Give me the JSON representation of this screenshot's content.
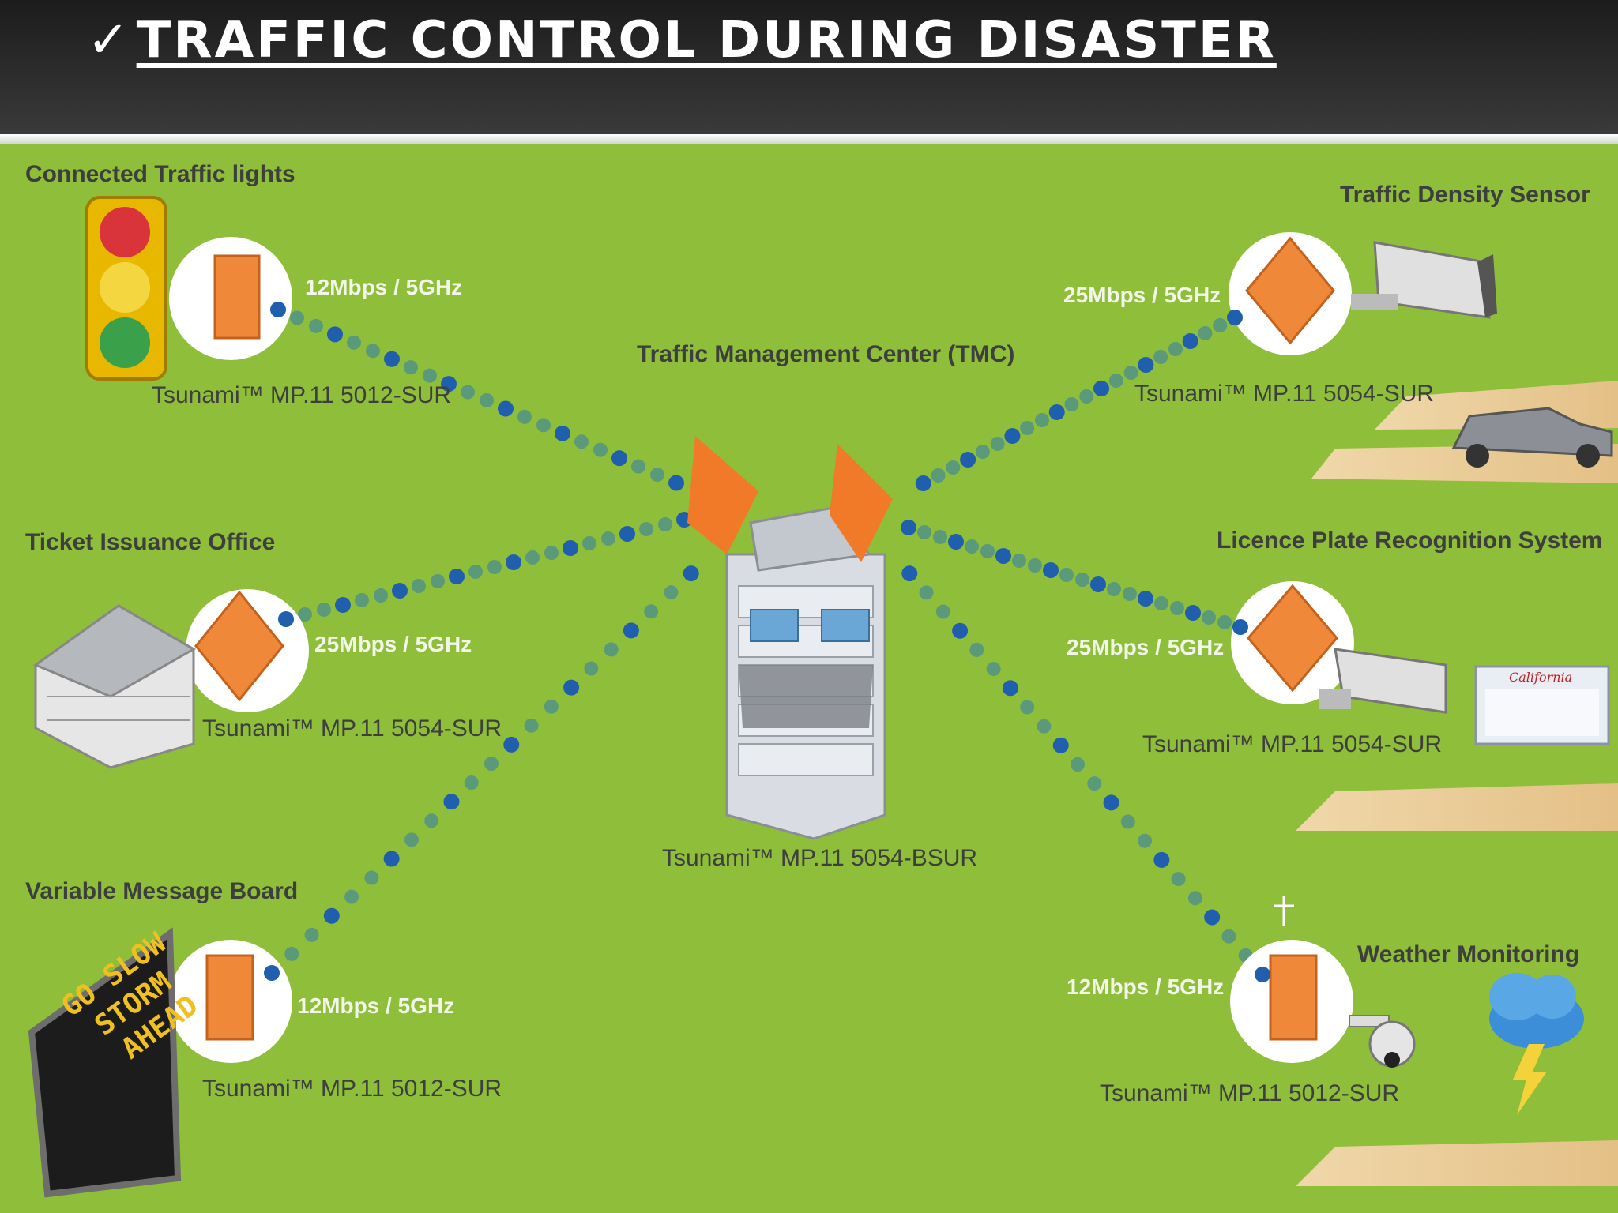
{
  "slide": {
    "check": "✓",
    "title": "TRAFFIC CONTROL DURING DISASTER"
  },
  "center": {
    "label": "Traffic Management Center (TMC)",
    "model": "Tsunami™ MP.11 5054-BSUR"
  },
  "nodes": [
    {
      "id": "traffic-lights",
      "label": "Connected Traffic lights",
      "rate": "12Mbps / 5GHz",
      "model": "Tsunami™ MP.11 5012-SUR"
    },
    {
      "id": "ticket-office",
      "label": "Ticket Issuance Office",
      "rate": "25Mbps / 5GHz",
      "model": "Tsunami™ MP.11 5054-SUR"
    },
    {
      "id": "message-board",
      "label": "Variable Message Board",
      "rate": "12Mbps / 5GHz",
      "model": "Tsunami™ MP.11 5012-SUR"
    },
    {
      "id": "density-sensor",
      "label": "Traffic Density Sensor",
      "rate": "25Mbps / 5GHz",
      "model": "Tsunami™ MP.11 5054-SUR"
    },
    {
      "id": "plate-recognition",
      "label": "Licence Plate Recognition System",
      "rate": "25Mbps / 5GHz",
      "model": "Tsunami™ MP.11 5054-SUR"
    },
    {
      "id": "weather",
      "label": "Weather Monitoring",
      "rate": "12Mbps / 5GHz",
      "model": "Tsunami™ MP.11 5012-SUR"
    }
  ],
  "sign": {
    "lines": [
      "GO SLOW",
      "STORM",
      "AHEAD"
    ]
  },
  "plate": {
    "text": "California"
  },
  "colors": {
    "background": "#8fbe3a",
    "header": "#2a2a2a",
    "radio": "#f0883a",
    "dot_blue": "#1f5fae",
    "dot_green": "#5a9a7a"
  }
}
